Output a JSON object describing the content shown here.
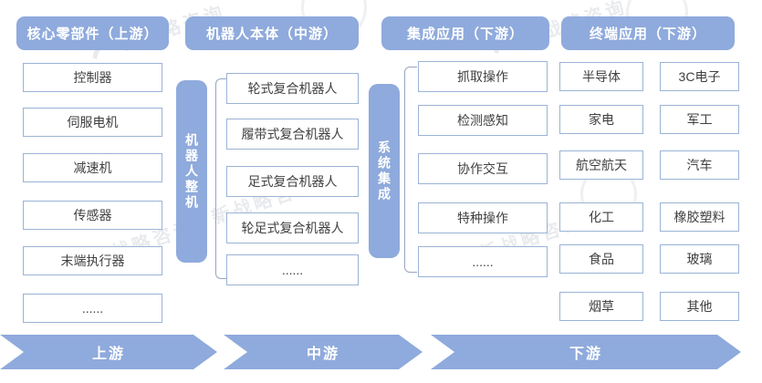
{
  "palette": {
    "primary_blue": "#8FAADC",
    "box_border_blue": "#9AB3D5",
    "box_text_color": "#404040",
    "bracket_color": "#98A6BE",
    "header_text_color": "#FFFFFF"
  },
  "headers": [
    {
      "label": "核心零部件（上游）"
    },
    {
      "label": "机器人本体（中游）"
    },
    {
      "label": "集成应用（下游）"
    },
    {
      "label": "终端应用（下游）"
    }
  ],
  "upstream": {
    "items": [
      "控制器",
      "伺服电机",
      "减速机",
      "传感器",
      "末端执行器",
      "......"
    ]
  },
  "midstream": {
    "side_label": "机器人整机",
    "items": [
      "轮式复合机器人",
      "履带式复合机器人",
      "足式复合机器人",
      "轮足式复合机器人",
      "......"
    ]
  },
  "integration": {
    "side_label": "系统集成",
    "items": [
      "抓取操作",
      "检测感知",
      "协作交互",
      "特种操作",
      "......"
    ]
  },
  "terminal": {
    "column_a": [
      "半导体",
      "家电",
      "航空航天",
      "化工",
      "食品",
      "烟草"
    ],
    "column_b": [
      "3C电子",
      "军工",
      "汽车",
      "橡胶塑料",
      "玻璃",
      "其他"
    ]
  },
  "flow": {
    "arrows": [
      "上游",
      "中游",
      "下游"
    ]
  },
  "watermark": {
    "text": "新战略咨询",
    "logo": "swoosh-icon"
  }
}
